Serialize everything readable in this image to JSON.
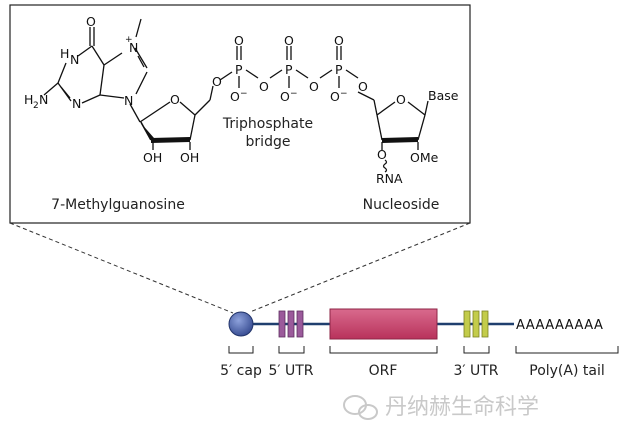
{
  "structure": {
    "oxo": "O",
    "methyl_plus": "+",
    "nh": "H",
    "n": "N",
    "amino": "H",
    "amino_sub": "2",
    "amino_n": "N",
    "ring_n1": "N",
    "ring_n2": "N",
    "ring_n3": "N",
    "sugar_o1": "O",
    "oh1": "OH",
    "oh2": "OH",
    "link_o1": "O",
    "p1": "P",
    "p2": "P",
    "p3": "P",
    "bridge_o1": "O",
    "bridge_o2": "O",
    "link_o2": "O",
    "top_o1": "O",
    "top_o2": "O",
    "top_o3": "O",
    "minus_o1": "O",
    "minus_o2": "O",
    "minus_o3": "O",
    "minus": "−",
    "sugar_o2": "O",
    "base": "Base",
    "ome": "OMe",
    "o3": "O",
    "rna": "RNA",
    "bridge_label_1": "Triphosphate",
    "bridge_label_2": "bridge",
    "left_caption": "7-Methylguanosine",
    "right_caption": "Nucleoside"
  },
  "mrna": {
    "labels": {
      "cap": "5′ cap",
      "utr5": "5′ UTR",
      "orf": "ORF",
      "utr3": "3′ UTR",
      "tail": "Poly(A) tail"
    },
    "tail_text": "AAAAAAAAA"
  },
  "watermark": {
    "text": "丹纳赫生命科学"
  },
  "colors": {
    "cap": "#4a5fa8",
    "utr5": "#9b5a9b",
    "orf": "#c8436b",
    "utr3": "#b8c23a",
    "backbone": "#1f3f6e"
  }
}
